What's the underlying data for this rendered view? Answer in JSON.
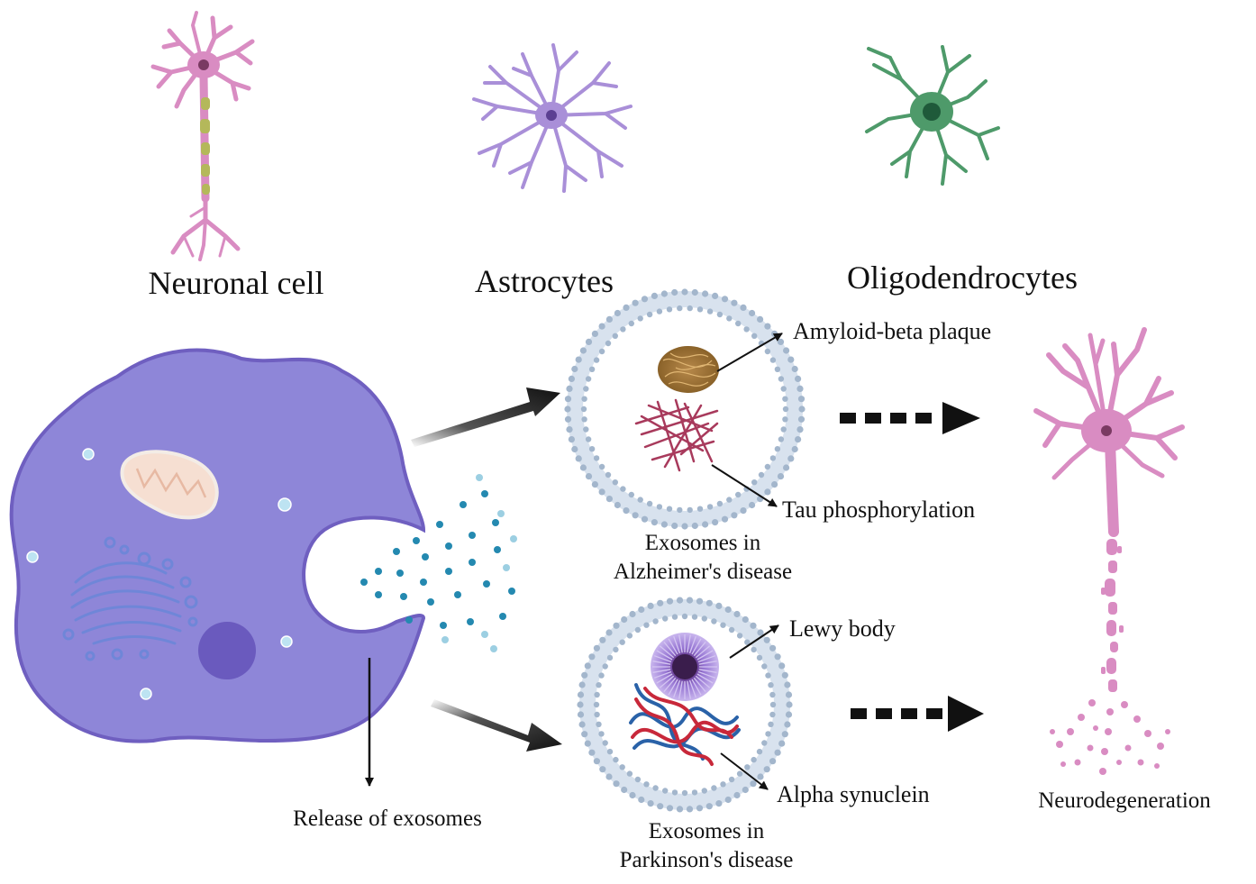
{
  "cell_types": {
    "neuron": "Neuronal cell",
    "astrocyte": "Astrocytes",
    "oligodendrocyte": "Oligodendrocytes"
  },
  "source": {
    "release_label": "Release of exosomes"
  },
  "alzheimers": {
    "amyloid_label": "Amyloid-beta plaque",
    "tau_label": "Tau phosphorylation",
    "caption_line1": "Exosomes in",
    "caption_line2": "Alzheimer's disease"
  },
  "parkinsons": {
    "lewy_label": "Lewy body",
    "alpha_label": "Alpha synuclein",
    "caption_line1": "Exosomes in",
    "caption_line2": "Parkinson's disease"
  },
  "outcome": {
    "label": "Neurodegeneration"
  },
  "icons": {
    "neuron": "neuron-icon",
    "astrocyte": "astrocyte-icon",
    "oligodendrocyte": "oligodendrocyte-icon",
    "source_cell": "source-cell-icon",
    "exosome": "exosome-icon",
    "degenerating_neuron": "degenerating-neuron-icon"
  },
  "colors": {
    "neuron": "#d98cc2",
    "astrocyte": "#a98fd8",
    "oligodendrocyte": "#4e9a6a",
    "source_cell": "#8e86d8",
    "exosome_bead": "#a3b6cc",
    "amyloid": "#a77a3a",
    "tau": "#a83a5c",
    "lewy": "#8a66c8",
    "alpha_red": "#c8283a",
    "alpha_blue": "#2a62a8"
  }
}
